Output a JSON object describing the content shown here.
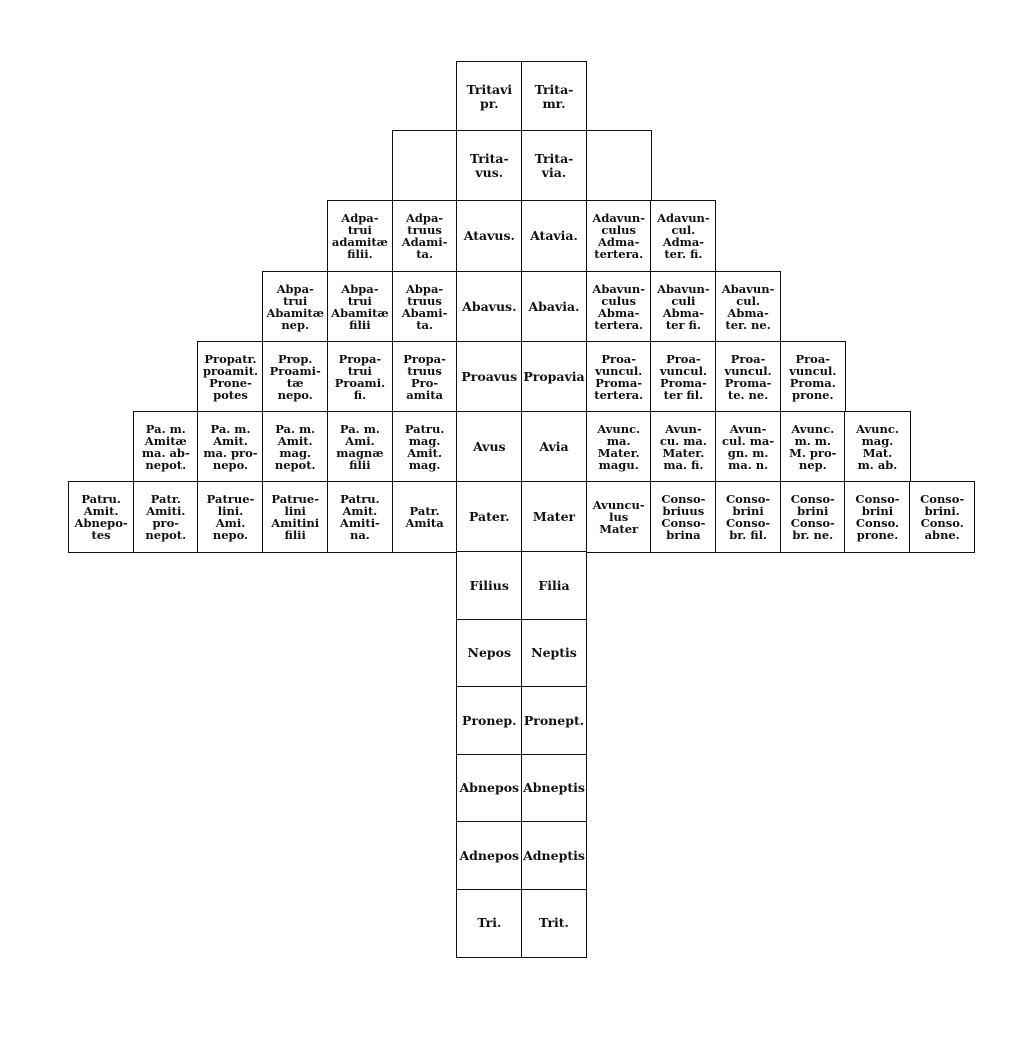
{
  "diagram": {
    "rows": [
      {
        "cells": [
          {
            "col": 6,
            "text": "Tritavi\npr."
          },
          {
            "col": 7,
            "text": "Trita-\nmr."
          }
        ]
      },
      {
        "cells": [
          {
            "col": 5,
            "text": ""
          },
          {
            "col": 6,
            "text": "Trita-\nvus."
          },
          {
            "col": 7,
            "text": "Trita-\nvia."
          },
          {
            "col": 8,
            "text": ""
          }
        ]
      },
      {
        "cells": [
          {
            "col": 4,
            "text": "Adpa-\ntrui\nadamitæ\nfilii."
          },
          {
            "col": 5,
            "text": "Adpa-\ntruus\nAdami-\nta."
          },
          {
            "col": 6,
            "text": "Atavus."
          },
          {
            "col": 7,
            "text": "Atavia."
          },
          {
            "col": 8,
            "text": "Adavun-\nculus\nAdma-\ntertera."
          },
          {
            "col": 9,
            "text": "Adavun-\ncul.\nAdma-\nter. fi."
          }
        ]
      },
      {
        "cells": [
          {
            "col": 3,
            "text": "Abpa-\ntrui\nAbamitæ\nnep."
          },
          {
            "col": 4,
            "text": "Abpa-\ntrui\nAbamitæ\nfilii"
          },
          {
            "col": 5,
            "text": "Abpa-\ntruus\nAbami-\nta."
          },
          {
            "col": 6,
            "text": "Abavus."
          },
          {
            "col": 7,
            "text": "Abavia."
          },
          {
            "col": 8,
            "text": "Abavun-\nculus\nAbma-\ntertera."
          },
          {
            "col": 9,
            "text": "Abavun-\nculi\nAbma-\nter fi."
          },
          {
            "col": 10,
            "text": "Abavun-\ncul.\nAbma-\nter. ne."
          }
        ]
      },
      {
        "cells": [
          {
            "col": 2,
            "text": "Propatr.\nproamit.\nProne-\npotes"
          },
          {
            "col": 3,
            "text": "Prop.\nProami-\ntæ\nnepo."
          },
          {
            "col": 4,
            "text": "Propa-\ntrui\nProami.\nfi."
          },
          {
            "col": 5,
            "text": "Propa-\ntruus\nPro-\namita"
          },
          {
            "col": 6,
            "text": "Proavus"
          },
          {
            "col": 7,
            "text": "Propavia"
          },
          {
            "col": 8,
            "text": "Proa-\nvuncul.\nPromа-\ntertera."
          },
          {
            "col": 9,
            "text": "Proa-\nvuncul.\nProma-\nter fil."
          },
          {
            "col": 10,
            "text": "Proa-\nvuncul.\nPromа-\nte. ne."
          },
          {
            "col": 11,
            "text": "Proa-\nvuncul.\nProma.\nprone."
          }
        ]
      },
      {
        "cells": [
          {
            "col": 1,
            "text": "Pa. m.\nAmitæ\nma. ab-\nnepot."
          },
          {
            "col": 2,
            "text": "Pa. m.\nAmit.\nma. pro-\nnepo."
          },
          {
            "col": 3,
            "text": "Pa. m.\nAmit.\nmag.\nnepot."
          },
          {
            "col": 4,
            "text": "Pa. m.\nAmi.\nmagnæ\nfilii"
          },
          {
            "col": 5,
            "text": "Patru.\nmag.\nAmit.\nmag."
          },
          {
            "col": 6,
            "text": "Avus"
          },
          {
            "col": 7,
            "text": "Avia"
          },
          {
            "col": 8,
            "text": "Avunc.\nma.\nMater.\nmagu."
          },
          {
            "col": 9,
            "text": "Avun-\ncu. ma.\nMater.\nma. fi."
          },
          {
            "col": 10,
            "text": "Avun-\ncul. ma-\ngn. m.\nma. n."
          },
          {
            "col": 11,
            "text": "Avunc.\nm. m.\nM. pro-\nnep."
          },
          {
            "col": 12,
            "text": "Avunc.\nmag.\nMat.\nm. ab."
          }
        ]
      },
      {
        "cells": [
          {
            "col": 0,
            "text": "Patru.\nAmit.\nAbnepo-\ntes"
          },
          {
            "col": 1,
            "text": "Patr.\nAmiti.\npro-\nnepot."
          },
          {
            "col": 2,
            "text": "Patrue-\nlini.\nAmi.\nnepo."
          },
          {
            "col": 3,
            "text": "Patrue-\nlini\nAmitini\nfilii"
          },
          {
            "col": 4,
            "text": "Patru.\nAmit.\nAmiti-\nna."
          },
          {
            "col": 5,
            "text": "Patr.\nAmita"
          },
          {
            "col": 6,
            "text": "Pater."
          },
          {
            "col": 7,
            "text": "Mater"
          },
          {
            "col": 8,
            "text": "Avuncu-\nlus\nMater"
          },
          {
            "col": 9,
            "text": "Conso-\nbriuus\nConso-\nbrina"
          },
          {
            "col": 10,
            "text": "Conso-\nbrini\nConso-\nbr. fil."
          },
          {
            "col": 11,
            "text": "Conso-\nbrini\nConso-\nbr. ne."
          },
          {
            "col": 12,
            "text": "Conso-\nbrini\nConso.\nprone."
          },
          {
            "col": 13,
            "text": "Conso-\nbrini.\nConso.\nabne."
          }
        ]
      }
    ],
    "descendants": [
      [
        "Filius",
        "Filia"
      ],
      [
        "Nepos",
        "Neptis"
      ],
      [
        "Pronep.",
        "Pronept."
      ],
      [
        "Abnepos",
        "Abneptis"
      ],
      [
        "Adnepos",
        "Adneptis"
      ],
      [
        "Tri.",
        "Trit."
      ]
    ]
  }
}
